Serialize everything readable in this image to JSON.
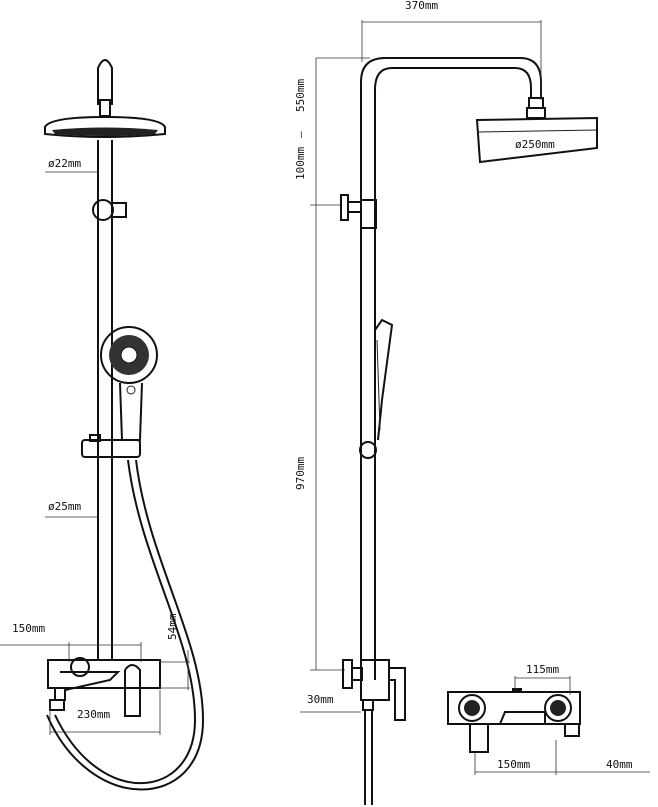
{
  "front_view": {
    "rail_diameter_top": "ø22mm",
    "rail_diameter_bottom": "ø25mm",
    "mixer_center_distance": "150mm",
    "mixer_height": "54mm",
    "mixer_width": "230mm"
  },
  "side_view": {
    "arm_reach": "370mm",
    "height_adjust_max": "550mm",
    "height_adjust_separator": "—",
    "height_adjust_min": "100mm",
    "head_diameter": "ø250mm",
    "rail_height": "970mm",
    "wall_offset": "30mm"
  },
  "mixer_detail": {
    "handle_spacing": "115mm",
    "body_width": "150mm",
    "spout_depth": "40mm"
  }
}
